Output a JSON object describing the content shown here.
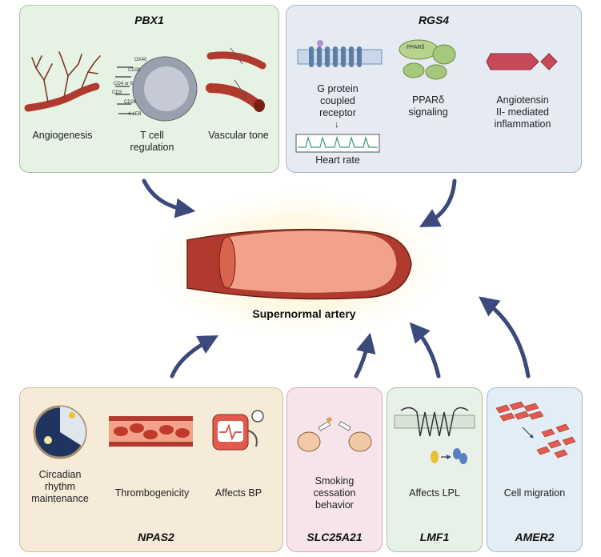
{
  "center": {
    "title": "Supernormal artery"
  },
  "panels": {
    "pbx1": {
      "gene": "PBX1",
      "items": [
        "Angiogenesis",
        "T cell\nregulation",
        "Vascular tone"
      ],
      "markers": [
        "OX40",
        "CD28",
        "CD4 or 8",
        "CD3",
        "CD28",
        "4-1EB"
      ]
    },
    "rgs4": {
      "gene": "RGS4",
      "items": [
        "G protein\ncoupled\nreceptor",
        "PPARδ\nsignaling",
        "Angiotensin\nII- mediated\ninflammation",
        "Heart rate"
      ],
      "ppar_label": "PPARδ"
    },
    "npas2": {
      "gene": "NPAS2",
      "items": [
        "Circadian\nrhythm\nmaintenance",
        "Thrombogenicity",
        "Affects BP"
      ]
    },
    "slc25a21": {
      "gene": "SLC25A21",
      "items": [
        "Smoking\ncessation\nbehavior"
      ]
    },
    "lmf1": {
      "gene": "LMF1",
      "items": [
        "Affects LPL"
      ]
    },
    "amer2": {
      "gene": "AMER2",
      "items": [
        "Cell migration"
      ]
    }
  },
  "colors": {
    "pbx1_bg": "#e6f2e4",
    "rgs4_bg": "#e6ebf3",
    "npas2_bg": "#f6ead8",
    "slc_bg": "#f6e4ea",
    "lmf1_bg": "#e8f1e8",
    "amer2_bg": "#e3edf5",
    "arrow": "#3b4a7a",
    "artery": "#c0392b"
  }
}
